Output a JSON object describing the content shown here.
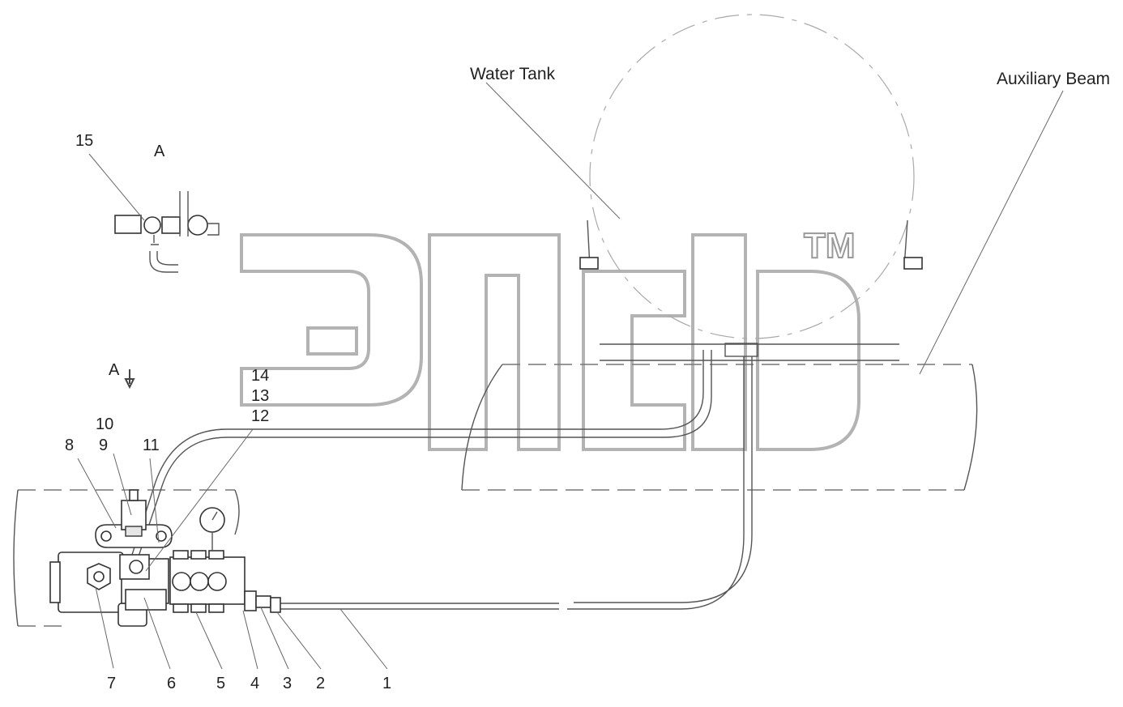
{
  "captions": {
    "water_tank": "Water Tank",
    "auxiliary_beam": "Auxiliary Beam",
    "view_a": "A",
    "view_a_arrow": "A"
  },
  "part_numbers": {
    "p1": "1",
    "p2": "2",
    "p3": "3",
    "p4": "4",
    "p5": "5",
    "p6": "6",
    "p7": "7",
    "p8": "8",
    "p9": "9",
    "p10": "10",
    "p11": "11",
    "p12": "12",
    "p13": "13",
    "p14": "14",
    "p15": "15"
  },
  "watermark": {
    "mark": "TM"
  }
}
